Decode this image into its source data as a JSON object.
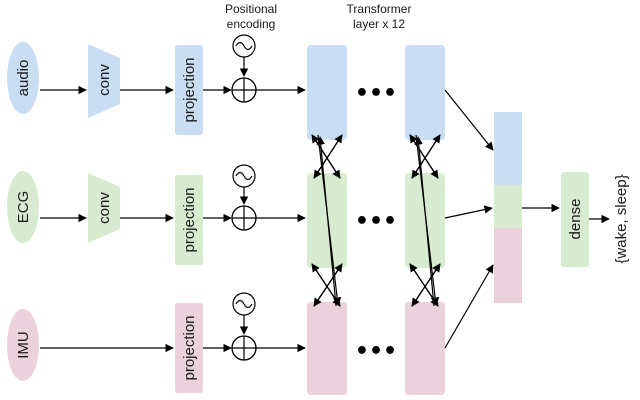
{
  "header": {
    "positional_encoding_line1": "Positional",
    "positional_encoding_line2": "encoding",
    "transformer_line1": "Transformer",
    "transformer_line2": "layer x 12"
  },
  "inputs": [
    {
      "label": "audio",
      "color": "#c9def2"
    },
    {
      "label": "ECG",
      "color": "#d6ebcf"
    },
    {
      "label": "IMU",
      "color": "#ead1dc"
    }
  ],
  "conv_label": "conv",
  "projection_label": "projection",
  "ellipsis": "•••",
  "dense_label": "dense",
  "output_label": "{wake, sleep}",
  "colors": {
    "blue": "#c9def2",
    "green": "#d6ebcf",
    "pink": "#ead1dc",
    "stroke": "#000000"
  }
}
